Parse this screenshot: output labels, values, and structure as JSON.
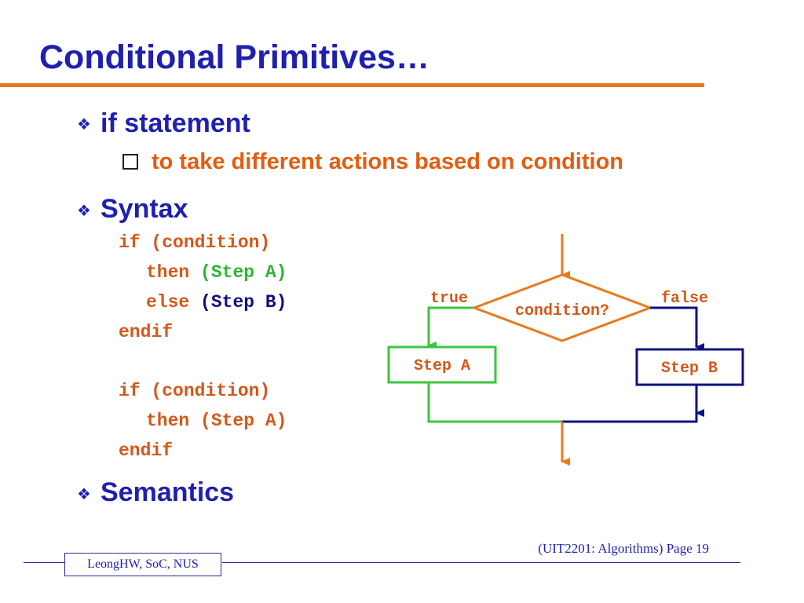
{
  "slide": {
    "title": "Conditional Primitives…",
    "bullets": [
      {
        "text": "if statement",
        "sub": "to take different actions based on condition"
      },
      {
        "text": "Syntax"
      },
      {
        "text": "Semantics"
      }
    ]
  },
  "code": {
    "block1": {
      "line1": "if (condition)",
      "then_kw": "then",
      "then_step": "(Step A)",
      "else_kw": "else",
      "else_step": "(Step B)",
      "end": "endif"
    },
    "block2": {
      "line1": "if (condition)",
      "then_line": "then (Step A)",
      "end": "endif"
    }
  },
  "flowchart": {
    "condition": "condition?",
    "true_label": "true",
    "false_label": "false",
    "step_a": "Step A",
    "step_b": "Step B"
  },
  "footer": {
    "author": "LeongHW, SoC, NUS",
    "page": "(UIT2201: Algorithms) Page 19"
  },
  "colors": {
    "title": "#1f1fb0",
    "accent": "#e87a1e",
    "keyword": "#d2591a",
    "true_branch": "#3cc43c",
    "false_branch": "#101080"
  },
  "icons": {
    "bullet": "diamond-bullet-icon",
    "sub_bullet": "hollow-square-icon"
  }
}
